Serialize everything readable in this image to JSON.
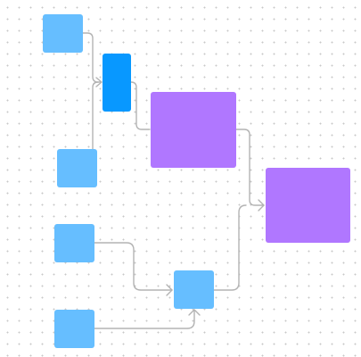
{
  "diagram": {
    "nodes": [
      {
        "id": "n1",
        "label": "",
        "color": "#66beff"
      },
      {
        "id": "n2",
        "label": "",
        "color": "#0898ff"
      },
      {
        "id": "n3",
        "label": "",
        "color": "#66beff"
      },
      {
        "id": "n4",
        "label": "",
        "color": "#b077ff"
      },
      {
        "id": "n5",
        "label": "",
        "color": "#b077ff"
      },
      {
        "id": "n6",
        "label": "",
        "color": "#66beff"
      },
      {
        "id": "n7",
        "label": "",
        "color": "#66beff"
      },
      {
        "id": "n8",
        "label": "",
        "color": "#66beff"
      }
    ],
    "edges": [
      {
        "from": "n1",
        "to": "n2"
      },
      {
        "from": "n3",
        "to": "n2"
      },
      {
        "from": "n2",
        "to": "n4"
      },
      {
        "from": "n4",
        "to": "n5"
      },
      {
        "from": "n6",
        "to": "n7"
      },
      {
        "from": "n8",
        "to": "n7"
      },
      {
        "from": "n7",
        "to": "n5"
      }
    ],
    "edge_color": "#b3b3b3",
    "grid": true
  }
}
